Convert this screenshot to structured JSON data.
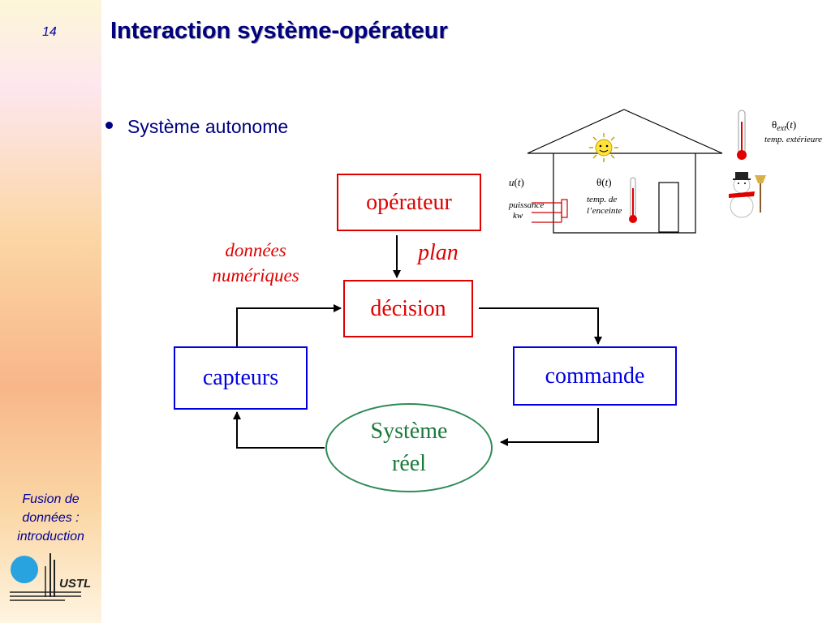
{
  "slide": {
    "number": "14",
    "title": "Interaction système-opérateur",
    "bullet": "Système autonome",
    "footer": [
      "Fusion de",
      "données :",
      "introduction"
    ],
    "logo_text": "USTL"
  },
  "diagram": {
    "nodes": {
      "operateur": "opérateur",
      "decision": "décision",
      "capteurs": "capteurs",
      "commande": "commande",
      "systeme_line1": "Système",
      "systeme_line2": "réel"
    },
    "labels": {
      "donnees_line1": "données",
      "donnees_line2": "numériques",
      "plan": "plan"
    },
    "colors": {
      "red": "#e00000",
      "blue": "#0000e0",
      "green": "#2e8b57",
      "title": "#000080"
    }
  },
  "house": {
    "u": "u",
    "t": "t",
    "puissance": "puissance",
    "kw": "kw",
    "theta": "θ",
    "temp_de": "temp. de",
    "enceinte": "l’enceinte",
    "ext": "ext",
    "temp_exterieure": "temp. extérieure",
    "icons": [
      "sun-icon",
      "thermometer-icon",
      "heater-icon",
      "door-icon",
      "snowman-icon"
    ]
  }
}
